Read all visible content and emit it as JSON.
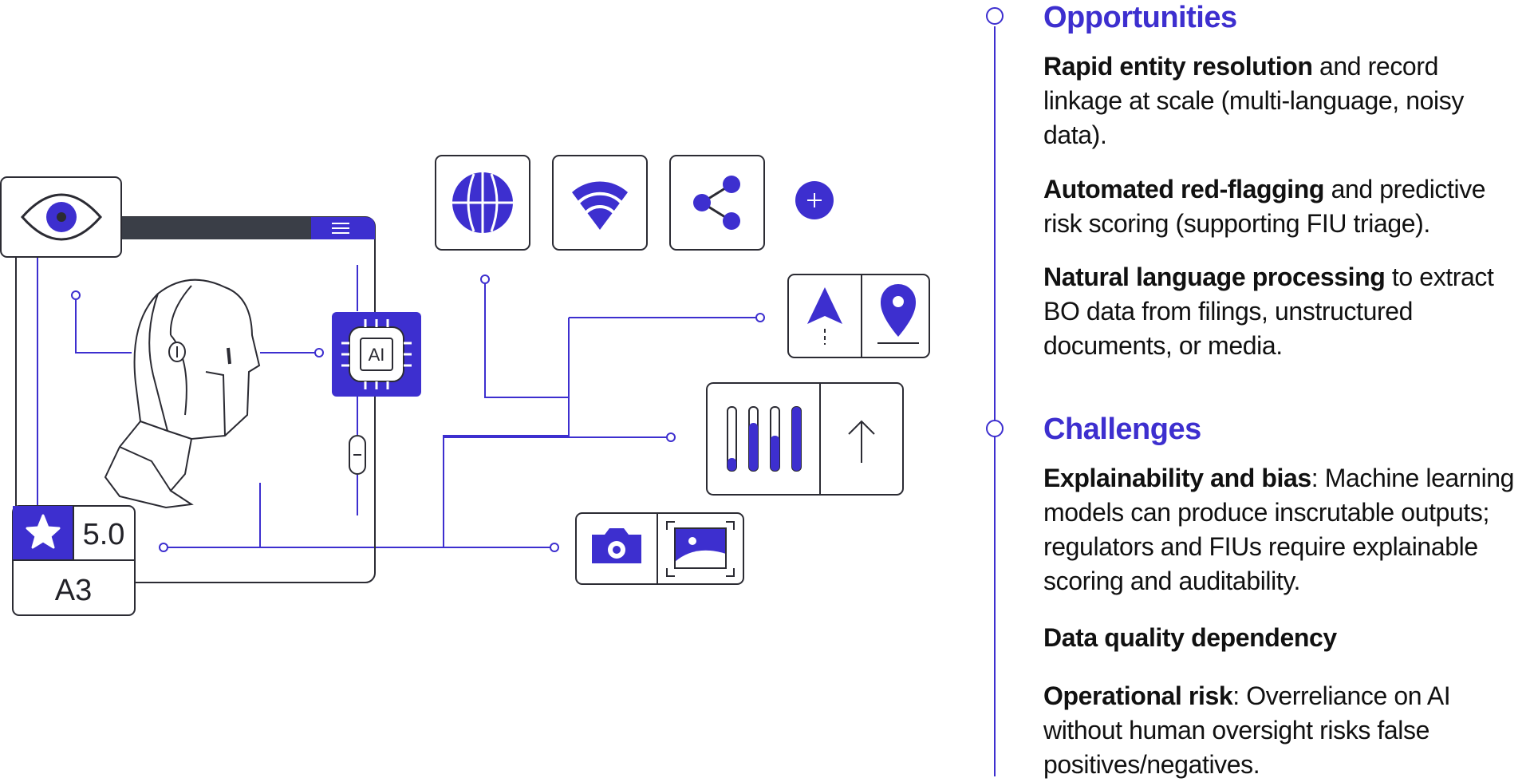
{
  "colors": {
    "accent": "#3d2fcf",
    "line": "#3d2fcf",
    "dark_bar": "#3a3e47",
    "outline": "#2b2b33"
  },
  "illustration": {
    "icons": [
      "eye-icon",
      "menu-icon",
      "robot-head-icon",
      "ai-chip-icon",
      "globe-icon",
      "wifi-icon",
      "share-icon",
      "plus-icon",
      "navigation-arrow-icon",
      "location-pin-icon",
      "sliders-icon",
      "up-arrow-icon",
      "camera-icon",
      "image-icon",
      "star-icon"
    ],
    "chip_label": "AI",
    "rating_value": "5.0",
    "rating_code": "A3",
    "level_values": [
      0.2,
      0.75,
      0.55,
      1.0
    ]
  },
  "opportunities": {
    "title": "Opportunities",
    "items": [
      {
        "bold": "Rapid entity resolution",
        "text": " and record linkage at scale (multi-language, noisy data)."
      },
      {
        "bold": "Automated red-flagging",
        "text": " and predictive risk scoring (supporting FIU triage)."
      },
      {
        "bold": "Natural language processing",
        "text": " to extract BO data from filings, unstructured documents, or media."
      }
    ]
  },
  "challenges": {
    "title": "Challenges",
    "items": [
      {
        "bold": "Explainability and bias",
        "text": ": Machine learning models can produce inscrutable outputs; regulators and FIUs require explainable scoring and auditability."
      },
      {
        "bold": "Data quality dependency",
        "text": ""
      },
      {
        "bold": "Operational risk",
        "text": ": Overreliance on AI without human oversight risks false positives/negatives."
      }
    ]
  }
}
